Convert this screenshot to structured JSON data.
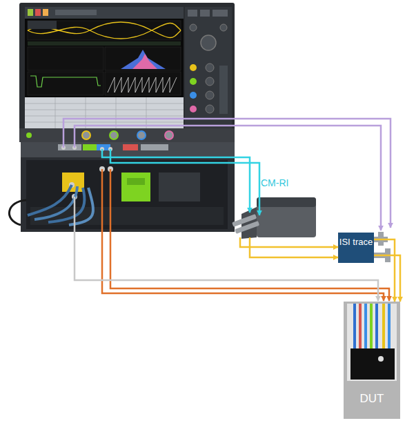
{
  "diagram": {
    "nodes": [
      {
        "text": [
          "CM-RI"
        ]
      },
      {
        "text": [
          "ISI trace"
        ]
      },
      {
        "text": [
          "DUT"
        ]
      }
    ],
    "edges": [
      {
        "from": 0,
        "to": 1,
        "arrow": "to"
      },
      {
        "from": 0,
        "to": 1,
        "arrow": "to"
      },
      {
        "from": 1,
        "to": 2,
        "arrow": "to"
      },
      {
        "from": 1,
        "to": 2,
        "arrow": "to"
      }
    ]
  }
}
